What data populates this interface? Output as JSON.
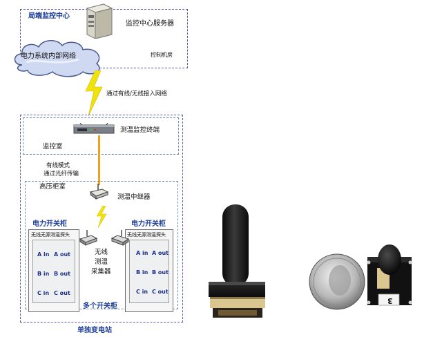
{
  "control_center": {
    "title": "局端监控中心",
    "server_label": "监控中心服务器",
    "room_label": "控制机房",
    "network_label": "电力系统内部网络"
  },
  "link": {
    "access_label": "通过有线/无线接入网络"
  },
  "monitor_room": {
    "terminal_label": "测温监控终端",
    "room_label": "监控室"
  },
  "fiber": {
    "line1": "有线模式",
    "line2": "通过光纤传输"
  },
  "hv_room": {
    "room_label": "高压柜室",
    "repeater_label": "测温中继器",
    "left_cabinet": {
      "title": "电力开关柜",
      "probe_label": "无线无源测温探头",
      "rows": [
        [
          "A in",
          "A out"
        ],
        [
          "B in",
          "B out"
        ],
        [
          "C in",
          "C out"
        ]
      ]
    },
    "right_cabinet": {
      "title": "电力开关柜",
      "probe_label": "无线无源测温探头",
      "rows": [
        [
          "A in",
          "A out"
        ],
        [
          "B in",
          "B out"
        ],
        [
          "C in",
          "C out"
        ]
      ]
    },
    "collector_label": [
      "无线",
      "测温",
      "采集器"
    ],
    "multi_label": "多个开关柜"
  },
  "station_label": "单独变电站",
  "probe_tag": "3",
  "colors": {
    "dash_border": "#5a5aa8",
    "title_blue": "#1f3f9a",
    "bolt": "#f2e20c",
    "fiber": "#f0a020"
  }
}
